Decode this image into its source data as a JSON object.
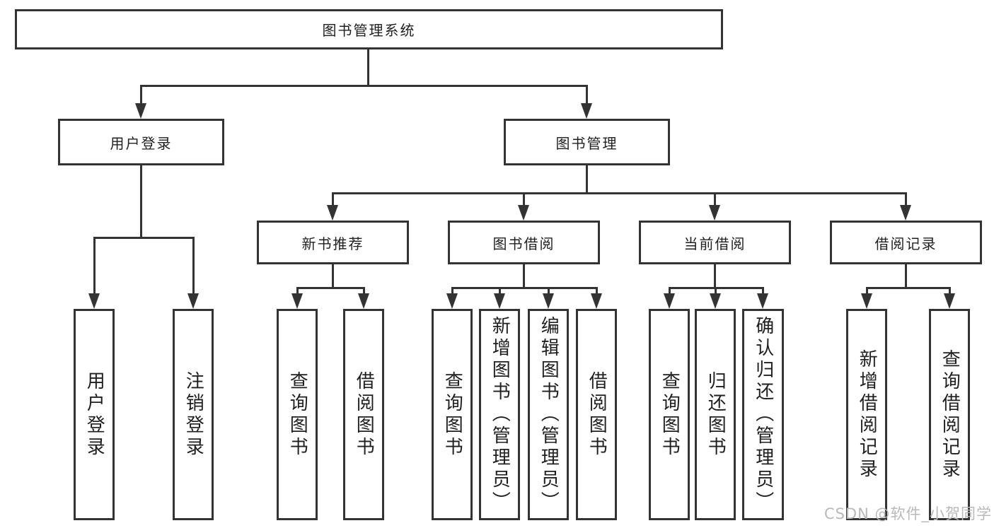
{
  "diagram": {
    "colors": {
      "line": "#333333",
      "text": "#1f1f1f",
      "background": "#ffffff",
      "watermark": "#b9b9b9"
    },
    "watermark": "CSDN @软件_小贺同学",
    "root": {
      "label": "图书管理系统",
      "children": [
        {
          "label": "用户登录",
          "children": [
            {
              "label": "用户登录"
            },
            {
              "label": "注销登录"
            }
          ]
        },
        {
          "label": "图书管理",
          "children": [
            {
              "label": "新书推荐",
              "children": [
                {
                  "label": "查询图书"
                },
                {
                  "label": "借阅图书"
                }
              ]
            },
            {
              "label": "图书借阅",
              "children": [
                {
                  "label": "查询图书"
                },
                {
                  "label": "新增图书（管理员）"
                },
                {
                  "label": "编辑图书（管理员）"
                },
                {
                  "label": "借阅图书"
                }
              ]
            },
            {
              "label": "当前借阅",
              "children": [
                {
                  "label": "查询图书"
                },
                {
                  "label": "归还图书"
                },
                {
                  "label": "确认归还（管理员）"
                }
              ]
            },
            {
              "label": "借阅记录",
              "children": [
                {
                  "label": "新增借阅记录"
                },
                {
                  "label": "查询借阅记录"
                }
              ]
            }
          ]
        }
      ]
    }
  }
}
